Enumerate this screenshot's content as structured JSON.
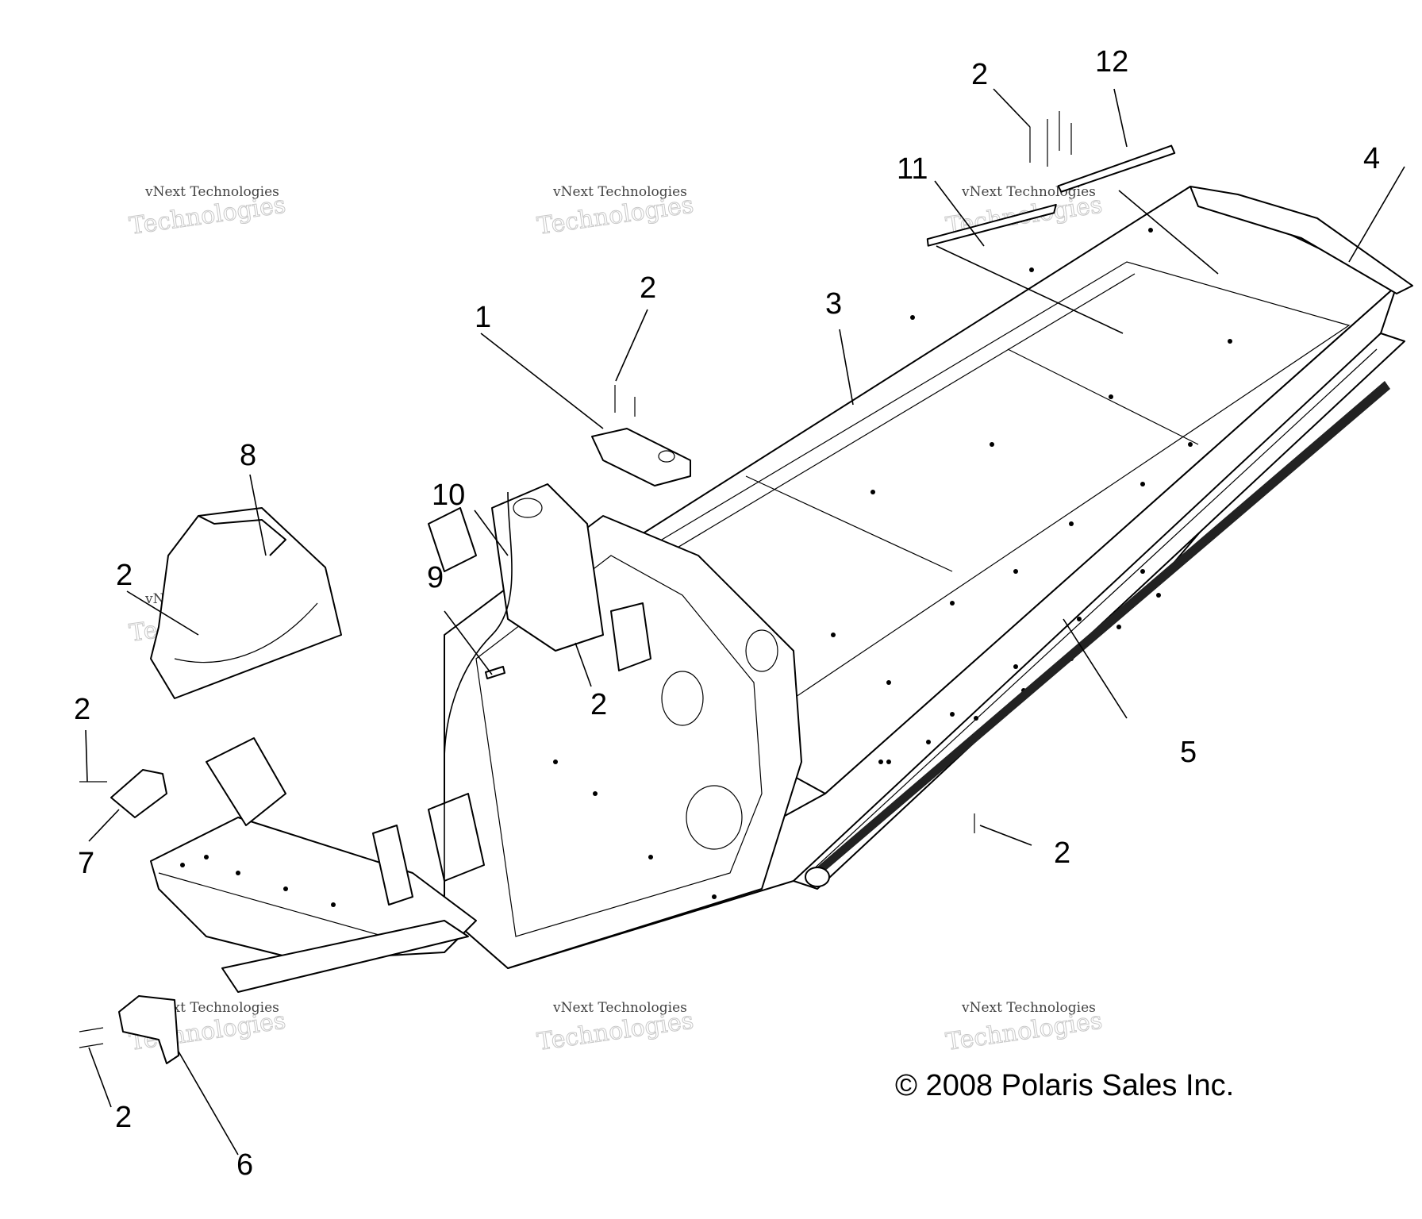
{
  "copyright": "© 2008 Polaris Sales Inc.",
  "watermark": {
    "small": "vNext Technologies",
    "large": "Technologies",
    "top": "vNext"
  },
  "callouts": [
    {
      "id": "callout-1",
      "label": "1"
    },
    {
      "id": "callout-2a",
      "label": "2"
    },
    {
      "id": "callout-2b",
      "label": "2"
    },
    {
      "id": "callout-2c",
      "label": "2"
    },
    {
      "id": "callout-2d",
      "label": "2"
    },
    {
      "id": "callout-2e",
      "label": "2"
    },
    {
      "id": "callout-2f",
      "label": "2"
    },
    {
      "id": "callout-2g",
      "label": "2"
    },
    {
      "id": "callout-3",
      "label": "3"
    },
    {
      "id": "callout-4",
      "label": "4"
    },
    {
      "id": "callout-5",
      "label": "5"
    },
    {
      "id": "callout-6",
      "label": "6"
    },
    {
      "id": "callout-7",
      "label": "7"
    },
    {
      "id": "callout-8",
      "label": "8"
    },
    {
      "id": "callout-9",
      "label": "9"
    },
    {
      "id": "callout-10",
      "label": "10"
    },
    {
      "id": "callout-11",
      "label": "11"
    },
    {
      "id": "callout-12",
      "label": "12"
    }
  ]
}
